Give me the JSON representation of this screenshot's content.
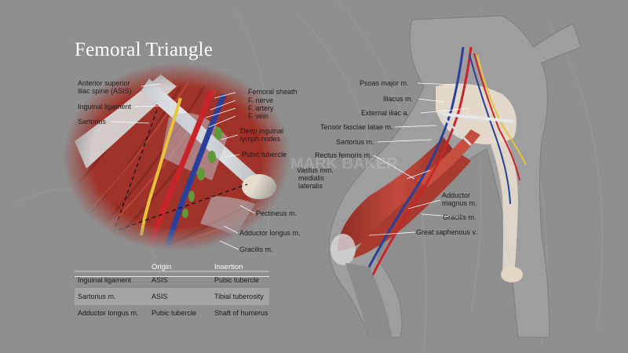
{
  "title": "Femoral Triangle",
  "colors": {
    "background": "#8f8f8f",
    "muscle": "#a8382e",
    "artery": "#c8242a",
    "vein": "#2a3f9a",
    "nerve": "#e8c23a",
    "lymph": "#5f9a3a",
    "fascia": "#d6d8da",
    "bone": "#e9dfcf"
  },
  "inset_labels": {
    "asis_line1": "Anterior superior",
    "asis_line2": "iliac spine (ASIS)",
    "inguinal_ligament": "Inguinal ligament",
    "sartorius": "Sartorius",
    "femoral_sheath": "Femoral sheath",
    "f_nerve": "F. nerve",
    "f_artery": "F. artery",
    "f_vein": "F. vein",
    "deep_inguinal_line1": "Deep inguinal",
    "deep_inguinal_line2": "lymph nodes",
    "pubic_tubercle": "Pubic tubercle",
    "pectineus": "Pectineus m.",
    "adductor_longus": "Adductor longus m.",
    "gracilis": "Gracilis m."
  },
  "leg_labels": {
    "psoas_major": "Psoas major m.",
    "iliacus": "Iliacus m.",
    "external_iliac": "External iliac a.",
    "tensor_fasciae": "Tensor fasciae latae m.",
    "sartorius": "Sartorius m.",
    "rectus_femoris": "Rectus femoris m.",
    "vastus_line1": "Vastus mm.",
    "vastus_line2": "medialis",
    "vastus_line3": "lateralis",
    "adductor_magnus_line1": "Adductor",
    "adductor_magnus_line2": "magnus m.",
    "gracilis": "Gracilis m.",
    "great_saphenous": "Great saphenous v."
  },
  "watermark": "MARK BAKER",
  "table": {
    "headers": [
      "",
      "Origin",
      "Insertion"
    ],
    "rows": [
      [
        "Inguinal ligament",
        "ASIS",
        "Pubic tubercle"
      ],
      [
        "Sartorius m.",
        "ASIS",
        "Tibial tuberosity"
      ],
      [
        "Adductor longus m.",
        "Pubic tubercle",
        "Shaft of humerus"
      ]
    ]
  }
}
